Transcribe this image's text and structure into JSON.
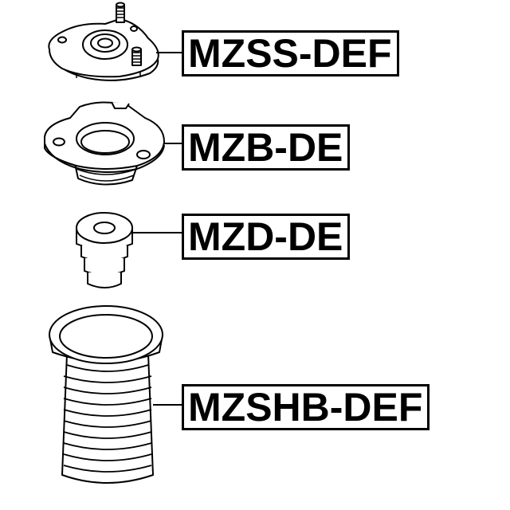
{
  "parts": [
    {
      "name": "top strut mount",
      "code": "MZSS-DEF"
    },
    {
      "name": "strut bearing",
      "code": "MZB-DE"
    },
    {
      "name": "bump stop",
      "code": "MZD-DE"
    },
    {
      "name": "shock absorber boot",
      "code": "MZSHB-DEF"
    }
  ],
  "colors": {
    "line": "#000000",
    "background": "#ffffff"
  }
}
